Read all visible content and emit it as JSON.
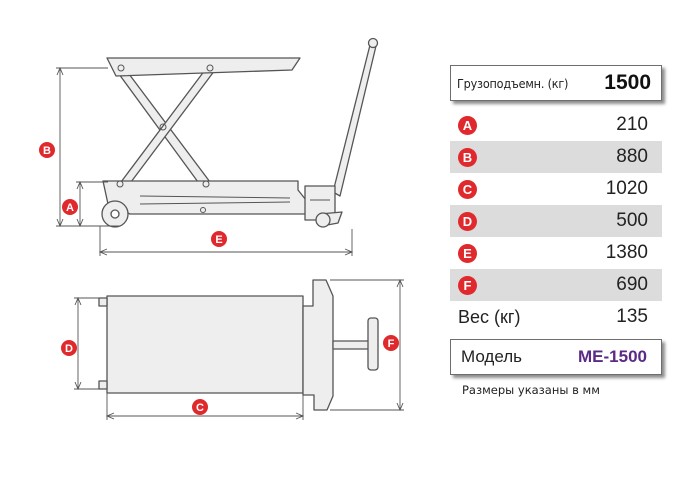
{
  "capacity": {
    "label": "Грузоподъемн. (кг)",
    "value": "1500"
  },
  "dimensions": [
    {
      "letter": "A",
      "value": "210"
    },
    {
      "letter": "B",
      "value": "880"
    },
    {
      "letter": "C",
      "value": "1020"
    },
    {
      "letter": "D",
      "value": "500"
    },
    {
      "letter": "E",
      "value": "1380"
    },
    {
      "letter": "F",
      "value": "690"
    }
  ],
  "weight": {
    "label": "Вес (кг)",
    "value": "135"
  },
  "model": {
    "label": "Модель",
    "value": "ME-1500"
  },
  "note": "Размеры указаны в мм",
  "colors": {
    "badge": "#e0292c",
    "model": "#5a2a86",
    "line": "#555555",
    "fill": "#eeeeee"
  }
}
